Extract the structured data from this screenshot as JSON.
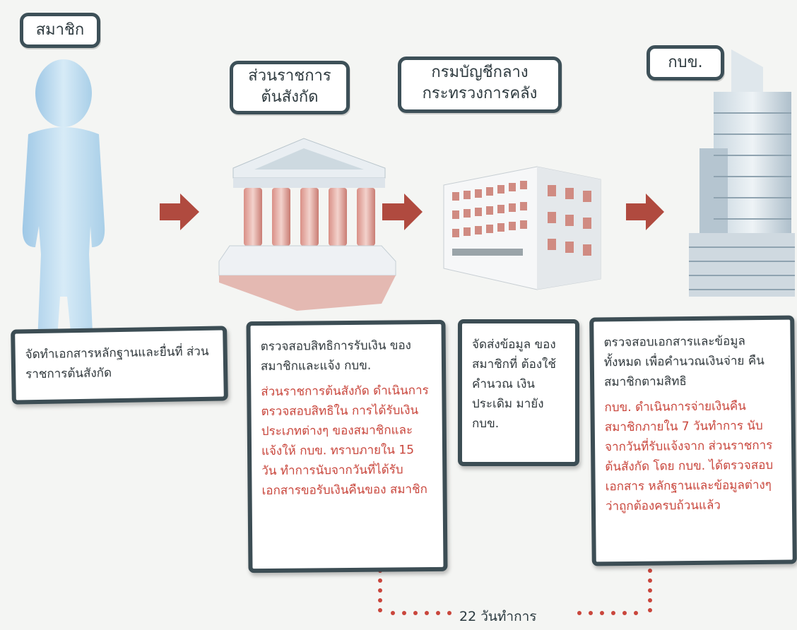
{
  "labels": {
    "member": "สมาชิก",
    "agency_line1": "ส่วนราชการ",
    "agency_line2": "ต้นสังกัด",
    "cgd_line1": "กรมบัญชีกลาง",
    "cgd_line2": "กระทรวงการคลัง",
    "gpf": "กบข."
  },
  "steps": [
    {
      "text": "จัดทำเอกสารหลักฐานและยื่นที่ ส่วนราชการต้นสังกัด"
    },
    {
      "text": "ตรวจสอบสิทธิการรับเงิน ของสมาชิกและแจ้ง กบข.",
      "note": "ส่วนราชการต้นสังกัด ดำเนินการตรวจสอบสิทธิใน การได้รับเงินประเภทต่างๆ ของสมาชิกและแจ้งให้ กบข. ทราบภายใน 15 วัน ทำการนับจากวันที่ได้รับ เอกสารขอรับเงินคืนของ สมาชิก"
    },
    {
      "text": "จัดส่งข้อมูล ของสมาชิกที่ ต้องใช้คำนวณ เงินประเดิม มายัง กบข."
    },
    {
      "text": "ตรวจสอบเอกสารและข้อมูล ทั้งหมด เพื่อคำนวณเงินจ่าย คืนสมาชิกตามสิทธิ",
      "note": "กบข. ดำเนินการจ่ายเงินคืน สมาชิกภายใน 7 วันทำการ นับจากวันที่รับแจ้งจาก ส่วนราชการต้นสังกัด โดย กบข. ได้ตรวจสอบเอกสาร หลักฐานและข้อมูลต่างๆ ว่าถูกต้องครบถ้วนแล้ว"
    }
  ],
  "timeline": {
    "label": "22 วันทำการ"
  },
  "icons": [
    "person-icon",
    "government-building-icon",
    "office-building-icon",
    "skyscraper-icon",
    "arrow-right-icon"
  ],
  "colors": {
    "arrow": "#b04a3f",
    "note_text": "#c9463c",
    "border": "#3c4d54"
  }
}
